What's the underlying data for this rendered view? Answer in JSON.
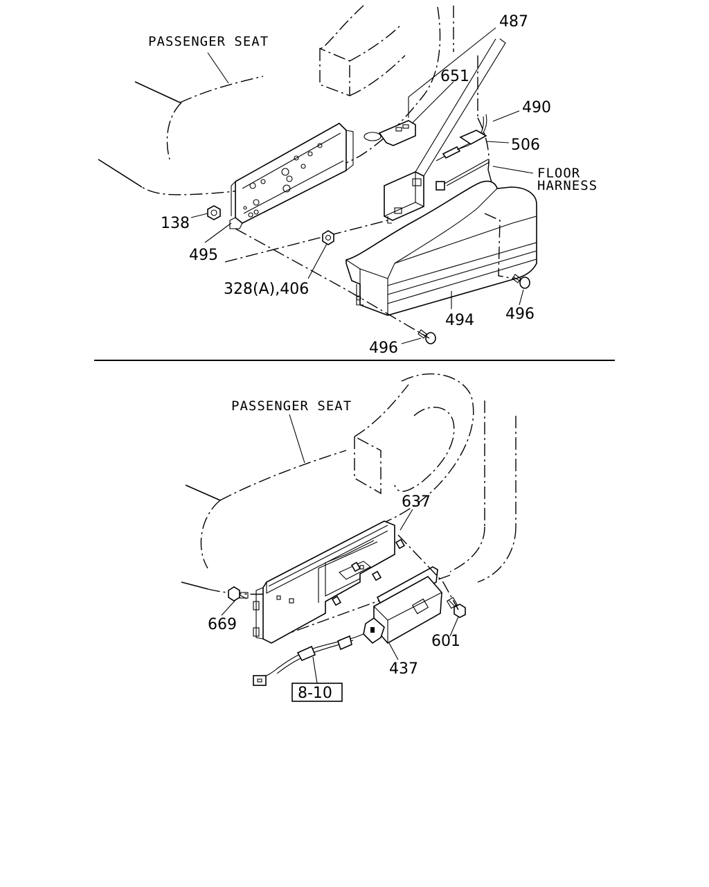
{
  "top": {
    "seat_label": "PASSENGER SEAT",
    "floor_label_1": "FLOOR",
    "floor_label_2": "HARNESS",
    "callouts": [
      "487",
      "651",
      "490",
      "506",
      "138",
      "495",
      "328(A),406",
      "494",
      "496",
      "496"
    ]
  },
  "bottom": {
    "seat_label": "PASSENGER SEAT",
    "callouts": [
      "637",
      "669",
      "601",
      "437"
    ],
    "ref_box": "8-10"
  }
}
